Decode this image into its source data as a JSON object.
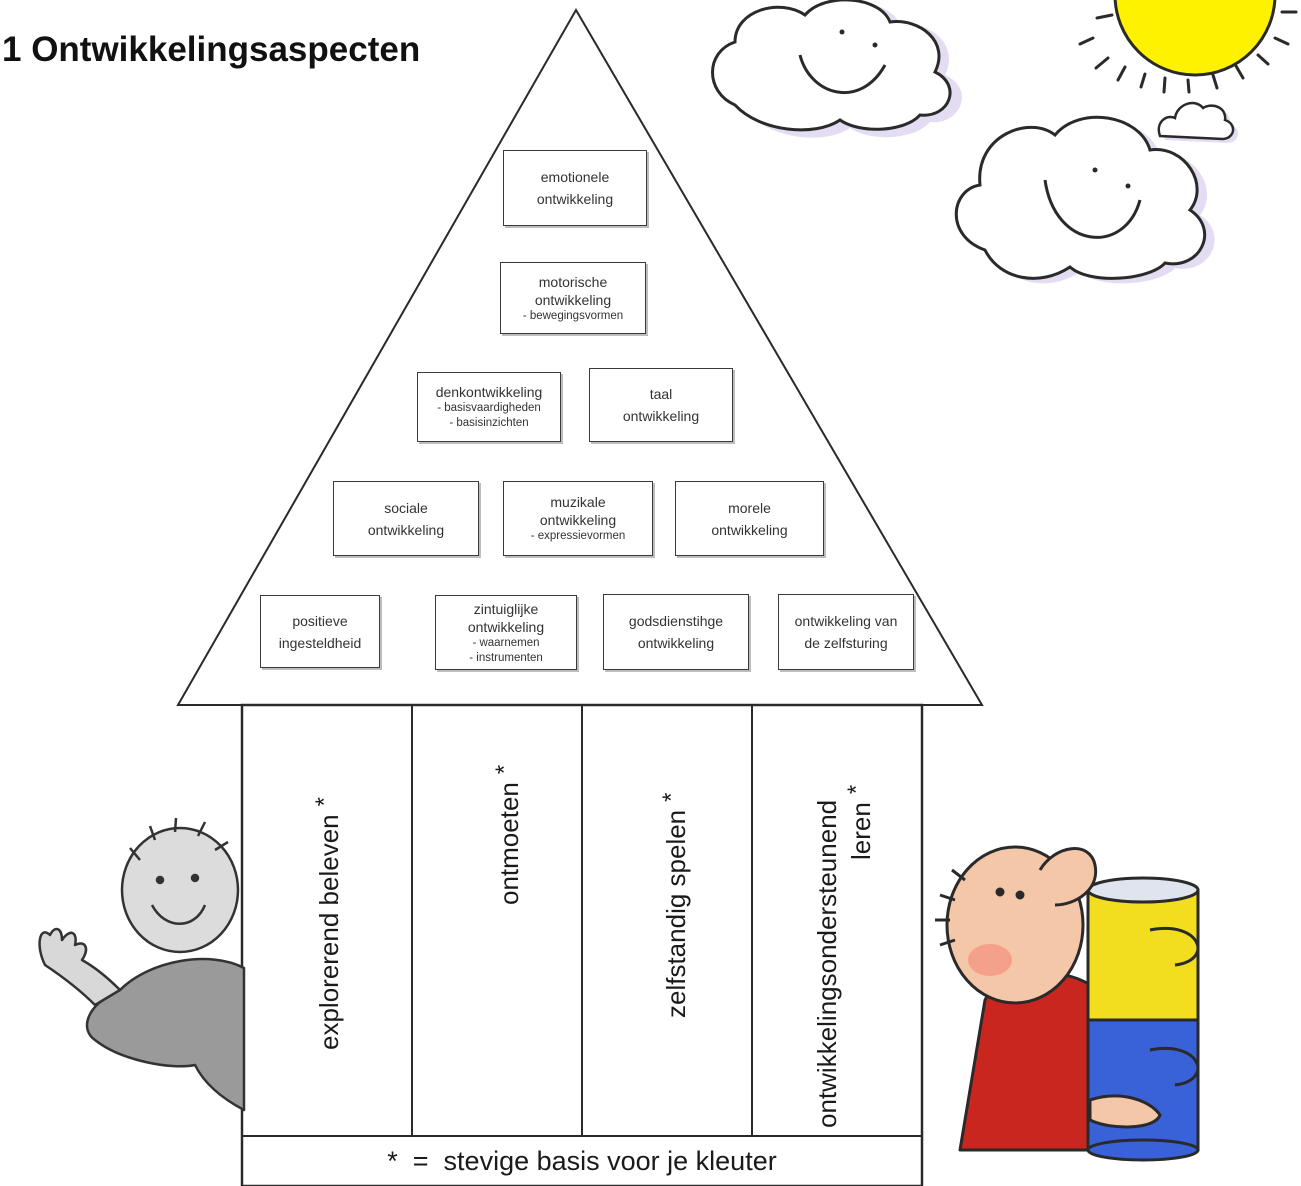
{
  "title": "1 Ontwikkelingsaspecten",
  "roof_boxes": {
    "emotionele": {
      "main": [
        "emotionele",
        "ontwikkeling"
      ],
      "sub": []
    },
    "motorische": {
      "main": [
        "motorische",
        "ontwikkeling"
      ],
      "sub": [
        "- bewegingsvormen"
      ]
    },
    "denk": {
      "main": [
        "denkontwikkeling"
      ],
      "sub": [
        "- basisvaardigheden",
        "- basisinzichten"
      ]
    },
    "taal": {
      "main": [
        "taal",
        "ontwikkeling"
      ],
      "sub": []
    },
    "sociale": {
      "main": [
        "sociale",
        "ontwikkeling"
      ],
      "sub": []
    },
    "muzikale": {
      "main": [
        "muzikale",
        "ontwikkeling"
      ],
      "sub": [
        "- expressievormen"
      ]
    },
    "morele": {
      "main": [
        "morele",
        "ontwikkeling"
      ],
      "sub": []
    },
    "positieve": {
      "main": [
        "positieve",
        "ingesteldheid"
      ],
      "sub": []
    },
    "zintuiglijke": {
      "main": [
        "zintuiglijke",
        "ontwikkeling"
      ],
      "sub": [
        "- waarnemen",
        "- instrumenten"
      ]
    },
    "godsdienstige": {
      "main": [
        "godsdienstihge",
        "ontwikkeling"
      ],
      "sub": []
    },
    "zelfsturing": {
      "main": [
        "ontwikkeling van",
        "de zelfsturing"
      ],
      "sub": []
    }
  },
  "pillars": {
    "p1": {
      "line1": "explorerend beleven",
      "line2": "",
      "star": "*"
    },
    "p2": {
      "line1": "ontmoeten",
      "line2": "",
      "star": "*"
    },
    "p3": {
      "line1": "zelfstandig spelen",
      "line2": "",
      "star": "*"
    },
    "p4": {
      "line1": "ontwikkelingsondersteunend",
      "line2": "leren",
      "star": "*"
    }
  },
  "footer": "*  =  stevige basis voor je kleuter",
  "colors": {
    "line": "#2a2a2a",
    "sun": "#fff200",
    "cloud_shadow": "#e4dcf2",
    "shirt_red": "#c8261e",
    "can_yellow": "#f2de1e",
    "can_blue": "#3a62d8",
    "skin": "#f3c7a8",
    "grey_shirt": "#9a9a9a"
  }
}
